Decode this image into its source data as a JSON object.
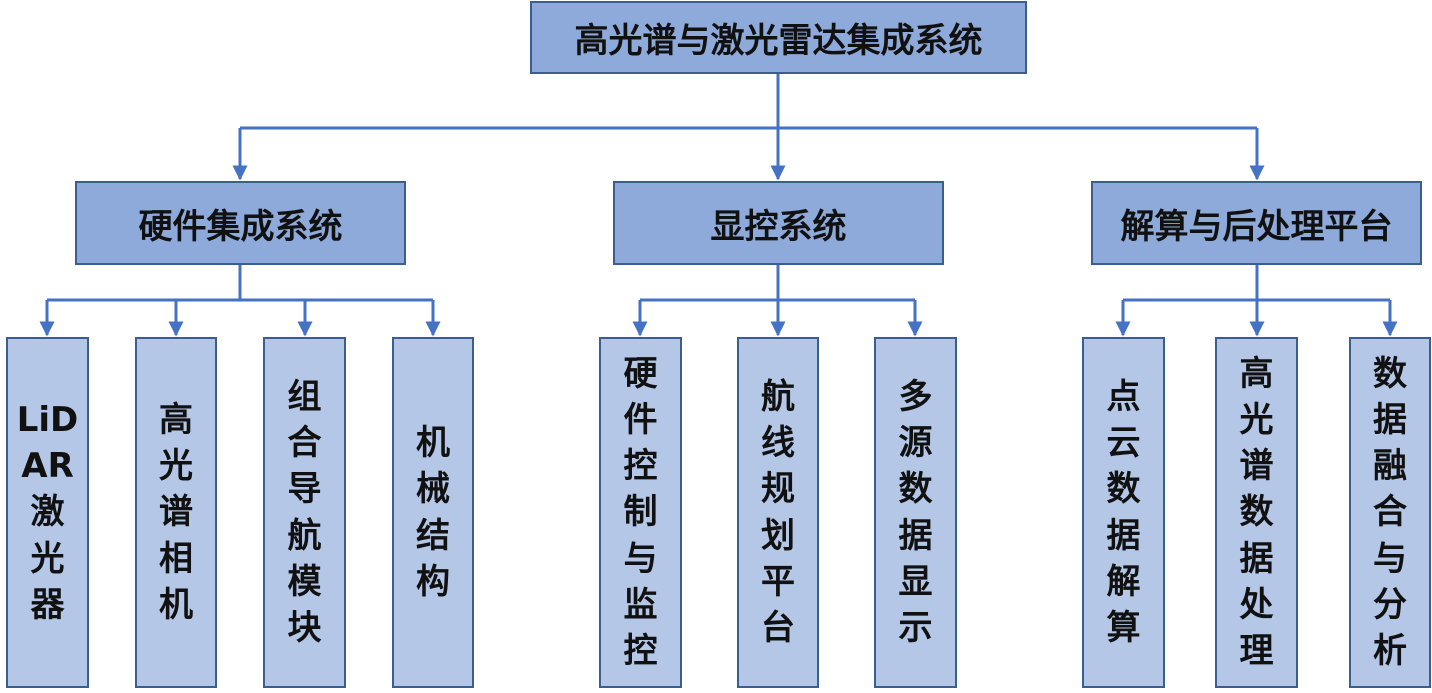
{
  "diagram": {
    "root": {
      "label": "高光谱与激光雷达集成系统"
    },
    "branches": [
      {
        "label": "硬件集成系统",
        "children": [
          "LiDAR激光器",
          "高光谱相机",
          "组合导航模块",
          "机械结构"
        ]
      },
      {
        "label": "显控系统",
        "children": [
          "硬件控制与监控",
          "航线规划平台",
          "多源数据显示"
        ]
      },
      {
        "label": "解算与后处理平台",
        "children": [
          "点云数据解算",
          "高光谱数据处理",
          "数据融合与分析"
        ]
      }
    ]
  },
  "colors": {
    "node_fill_primary": "#8eaadb",
    "node_fill_leaf": "#b4c7e7",
    "border": "#3b5d8f",
    "connector": "#4472c4"
  }
}
